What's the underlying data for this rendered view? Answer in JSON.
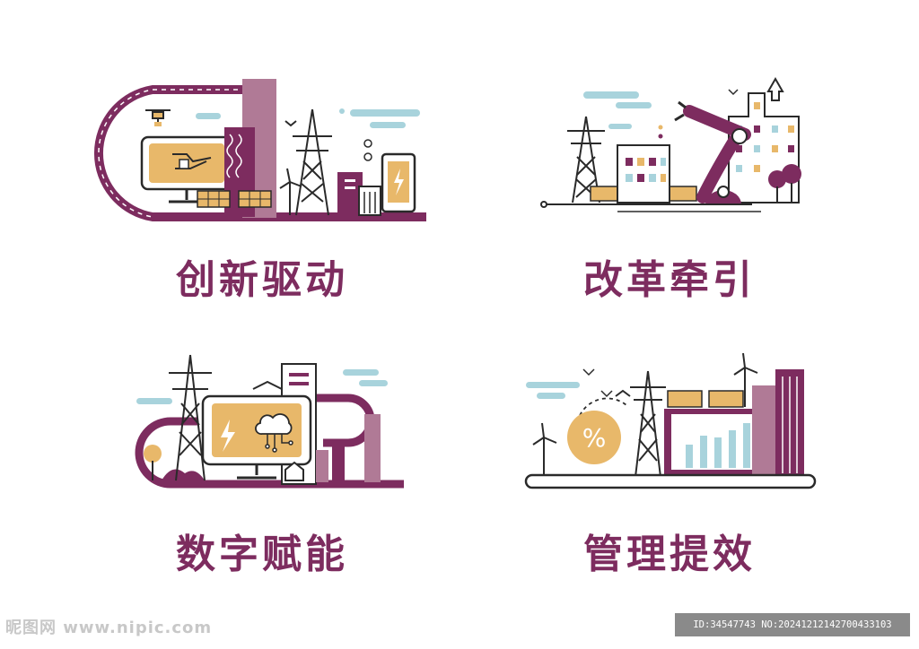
{
  "colors": {
    "accent": "#7d2c5f",
    "mauve": "#b07a96",
    "gold": "#e8b86a",
    "sky": "#a8d3dc",
    "ink": "#2a2a2a"
  },
  "panels": [
    {
      "caption": "创新驱动",
      "icon": "innovation-city-icon"
    },
    {
      "caption": "改革牵引",
      "icon": "robot-arm-factory-icon"
    },
    {
      "caption": "数字赋能",
      "icon": "digital-cloud-monitor-icon"
    },
    {
      "caption": "管理提效",
      "icon": "management-chart-icon"
    }
  ],
  "illustration_text": {
    "percent": "%"
  },
  "watermark": {
    "site": "昵图网 www.nipic.com",
    "id_text": "ID:34547743 NO:20241212142700433103"
  }
}
